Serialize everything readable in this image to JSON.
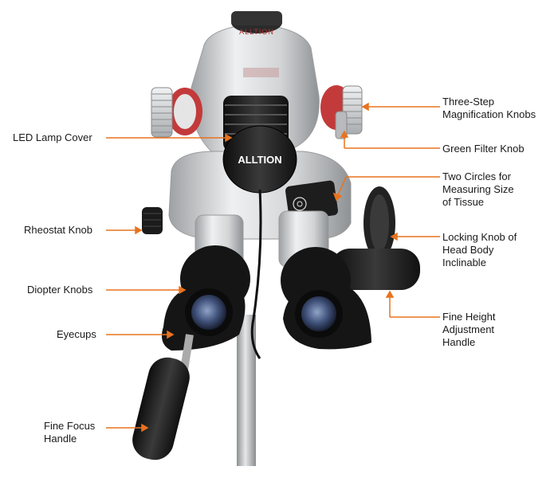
{
  "brand": {
    "top_logo": "ALLTION",
    "lamp_logo": "ALLTION"
  },
  "colors": {
    "leader": "#e8731f",
    "text": "#1a1a1a",
    "accent_red": "#c0392b",
    "body_silver": "#d6d8da",
    "dark": "#1c1c1c",
    "stand": "#b9bbbd"
  },
  "labels": {
    "three_step": "Three-Step\nMagnification Knobs",
    "led_cover": "LED Lamp Cover",
    "green_filter": "Green Filter Knob",
    "two_circles": "Two Circles for\nMeasuring Size\nof Tissue",
    "rheostat": "Rheostat Knob",
    "locking_knob": "Locking Knob of\nHead Body\nInclinable",
    "diopter": "Diopter Knobs",
    "eyecups": "Eyecups",
    "fine_height": "Fine Height\nAdjustment\nHandle",
    "fine_focus": "Fine Focus\nHandle"
  }
}
